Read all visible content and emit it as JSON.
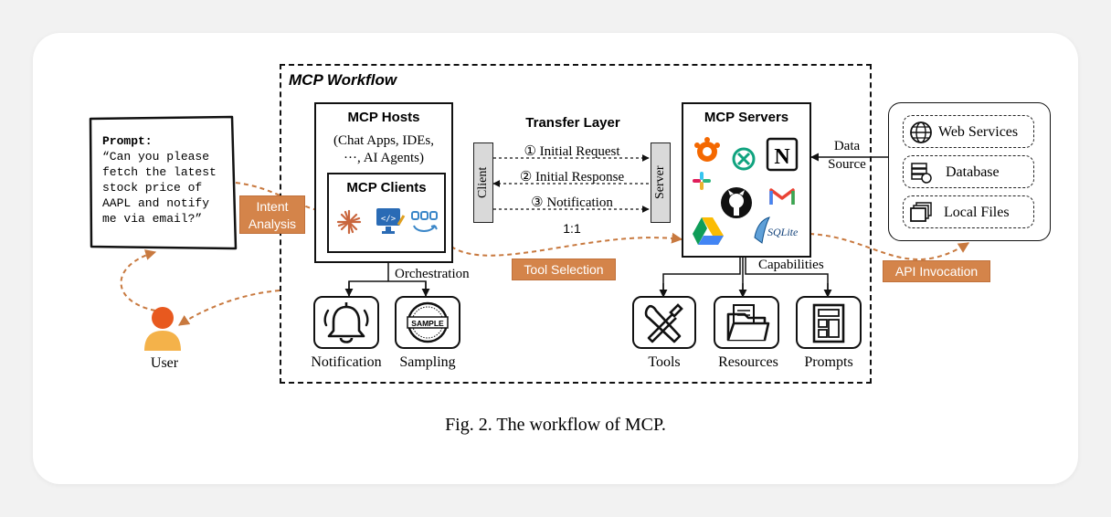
{
  "workflow": {
    "title": "MCP Workflow",
    "transfer_layer": {
      "title": "Transfer Layer",
      "client_label": "Client",
      "server_label": "Server",
      "messages": [
        "① Initial Request",
        "② Initial Response",
        "③ Notification"
      ],
      "ratio": "1:1"
    },
    "hosts": {
      "title": "MCP Hosts",
      "subtitle_lines": [
        "(Chat Apps, IDEs,",
        "···, AI Agents)"
      ],
      "clients_title": "MCP Clients",
      "orchestration": "Orchestration"
    },
    "servers": {
      "title": "MCP Servers",
      "capabilities": "Capabilities",
      "sqlite_label": "SQLite"
    },
    "host_outputs": [
      {
        "label": "Notification",
        "icon": "bell-icon"
      },
      {
        "label": "Sampling",
        "icon": "sample-stamp-icon",
        "stamp_text": "SAMPLE"
      }
    ],
    "server_outputs": [
      {
        "label": "Tools",
        "icon": "tools-icon"
      },
      {
        "label": "Resources",
        "icon": "folder-icon"
      },
      {
        "label": "Prompts",
        "icon": "prompt-template-icon"
      }
    ]
  },
  "prompt": {
    "heading": "Prompt:",
    "lines": [
      "“Can you please",
      "fetch the latest",
      "stock price of",
      "AAPL and notify",
      "me via email?”"
    ]
  },
  "user_label": "User",
  "tags": {
    "intent_lines": [
      "Intent",
      "Analysis"
    ],
    "tool_selection": "Tool Selection",
    "api_invocation": "API Invocation"
  },
  "data_source": {
    "label_lines": [
      "Data",
      "Source"
    ],
    "items": [
      "Web Services",
      "Database",
      "Local Files"
    ]
  },
  "caption": "Fig. 2.  The workflow of MCP.",
  "colors": {
    "accent_orange": "#d4844a",
    "dashed_orange": "#c8793f",
    "user_head": "#e8591f",
    "user_body": "#f4b24a"
  }
}
